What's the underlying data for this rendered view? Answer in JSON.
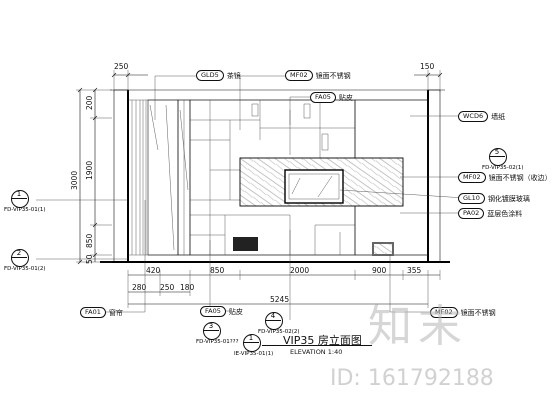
{
  "top_dims": [
    "250",
    "150"
  ],
  "left_dims": [
    "200",
    "1900",
    "3000",
    "850",
    "50"
  ],
  "bottom_dims_row1": [
    "420",
    "850",
    "2000",
    "900",
    "355"
  ],
  "bottom_dims_row2": [
    "280",
    "250",
    "180"
  ],
  "total_width": "5245",
  "tags": {
    "gld5": {
      "code": "GLD5",
      "text": "茶镜"
    },
    "mf02_top": {
      "code": "MF02",
      "text": "镜面不锈钢"
    },
    "fa05_top": {
      "code": "FA05",
      "text": "贴皮"
    },
    "wcd6": {
      "code": "WCD6",
      "text": "墙纸"
    },
    "mf02_right": {
      "code": "MF02",
      "text": "镜面不锈钢（收边）"
    },
    "gl10": {
      "code": "GL10",
      "text": "钢化镀膜玻璃"
    },
    "pa02": {
      "code": "PA02",
      "text": "蓝层色涂料"
    },
    "fa01": {
      "code": "FA01",
      "text": "窗帘"
    },
    "fa05_bottom": {
      "code": "FA05",
      "text": "贴皮"
    },
    "mf02_bottom": {
      "code": "MF02",
      "text": "镜面不锈钢"
    }
  },
  "section_markers": [
    {
      "num": "1",
      "ref": "FD-VIP35-01(1)"
    },
    {
      "num": "2",
      "ref": "FD-VIP35-01(2)"
    },
    {
      "num": "3",
      "ref": "FD-VIP35-01???"
    },
    {
      "num": "4",
      "ref": "FD-VIP35-02(2)"
    },
    {
      "num": "5",
      "ref": "FD-VIP35-02(1)"
    }
  ],
  "title": {
    "num": "1",
    "ref": "IE-VIP35-01(1)",
    "main": "VIP35 房立面图",
    "sub": "ELEVATION 1:40"
  },
  "watermark": {
    "logo": "知末",
    "id": "ID: 161792188"
  }
}
